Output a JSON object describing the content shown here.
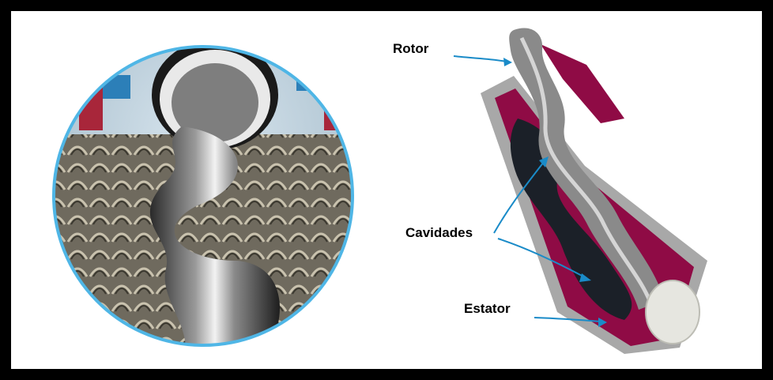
{
  "labels": {
    "rotor": "Rotor",
    "cavities": "Cavidades",
    "stator": "Estator"
  },
  "colors": {
    "frame": "#000000",
    "background": "#ffffff",
    "circle_ring": "#4fb6e6",
    "stator_magenta": "#8f0b45",
    "rotor_gray": "#8a8a8a",
    "stator_shell": "#a8a8a8",
    "cavity_dark": "#1b2028",
    "arrow": "#1a8bc8"
  }
}
